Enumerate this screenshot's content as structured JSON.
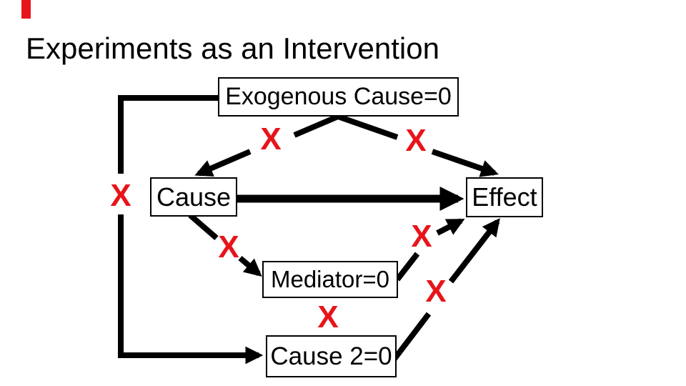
{
  "title": "Experiments as an Intervention",
  "colors": {
    "intervention_red": "#e8141b",
    "line_black": "#000000",
    "box_background": "#ffffff"
  },
  "diagram": {
    "x_glyph": "X",
    "nodes": {
      "exogenous": {
        "label": "Exogenous Cause=0"
      },
      "cause": {
        "label": "Cause"
      },
      "effect": {
        "label": "Effect"
      },
      "mediator": {
        "label": "Mediator=0"
      },
      "cause2": {
        "label": "Cause 2=0"
      }
    },
    "edges": [
      {
        "from": "exogenous",
        "to": "cause",
        "blocked": true,
        "arrow": true
      },
      {
        "from": "exogenous",
        "to": "effect",
        "blocked": true,
        "arrow": true
      },
      {
        "from": "exogenous",
        "to": "cause2",
        "blocked": true,
        "arrow": true
      },
      {
        "from": "cause",
        "to": "effect",
        "blocked": false,
        "arrow": true
      },
      {
        "from": "cause",
        "to": "mediator",
        "blocked": true,
        "arrow": true
      },
      {
        "from": "mediator",
        "to": "effect",
        "blocked": true,
        "arrow": true
      },
      {
        "from": "cause2",
        "to": "effect",
        "blocked": true,
        "arrow": true
      },
      {
        "from": "mediator",
        "to": "cause2",
        "blocked": true,
        "arrow": false
      }
    ]
  }
}
